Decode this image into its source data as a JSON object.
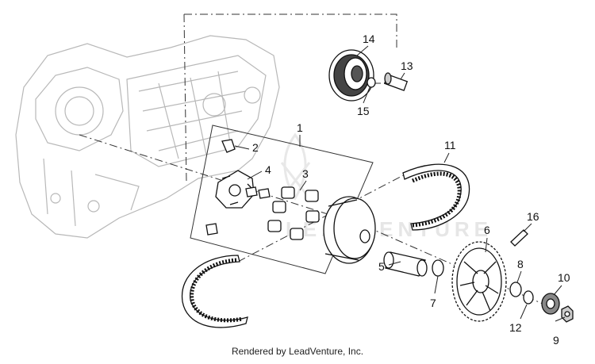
{
  "diagram": {
    "callouts": [
      "1",
      "2",
      "3",
      "4",
      "5",
      "6",
      "7",
      "8",
      "9",
      "10",
      "11",
      "12",
      "13",
      "14",
      "15",
      "16"
    ],
    "watermark": "LEADVENTURE"
  },
  "footer": {
    "credit": "Rendered by LeadVenture, Inc."
  }
}
